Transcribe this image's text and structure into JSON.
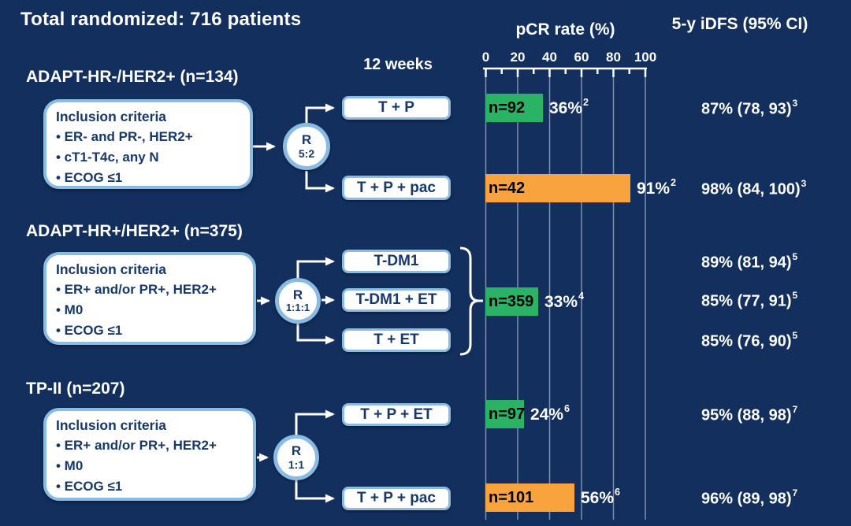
{
  "title": "Total randomized: 716 patients",
  "columns": {
    "timepoint": "12 weeks",
    "pcr_header": "pCR rate (%)",
    "idfs_header": "5-y iDFS (95% CI)"
  },
  "axis": {
    "tick_labels": [
      "0",
      "20",
      "40",
      "60",
      "80",
      "100"
    ]
  },
  "colors": {
    "background": "#132f5e",
    "bar_green": "#2bb365",
    "bar_orange": "#f8a33e",
    "box_border": "#8abbe2",
    "text_navy": "#17386b",
    "gridline": "rgba(214,224,240,0.55)"
  },
  "groups": [
    {
      "heading": "ADAPT-HR-/HER2+ (n=134)",
      "inclusion_title": "Inclusion criteria",
      "inclusion_items": [
        "• ER- and PR-, HER2+",
        "• cT1-T4c, any N",
        "• ECOG ≤1"
      ],
      "randomization": {
        "label": "R",
        "ratio": "5:2"
      },
      "arms": [
        {
          "label": "T + P",
          "idfs": "87% (78, 93)",
          "idfs_sup": "3"
        },
        {
          "label": "T + P + pac",
          "idfs": "98% (84, 100)",
          "idfs_sup": "3"
        }
      ],
      "bars": [
        {
          "n_label": "n=92",
          "pct": 36,
          "pct_label": "36%",
          "pct_sup": "2",
          "color": "green"
        },
        {
          "n_label": "n=42",
          "pct": 91,
          "pct_label": "91%",
          "pct_sup": "2",
          "color": "orange"
        }
      ]
    },
    {
      "heading": "ADAPT-HR+/HER2+ (n=375)",
      "inclusion_title": "Inclusion criteria",
      "inclusion_items": [
        "• ER+ and/or PR+, HER2+",
        "• M0",
        "• ECOG ≤1"
      ],
      "randomization": {
        "label": "R",
        "ratio": "1:1:1"
      },
      "arms": [
        {
          "label": "T-DM1",
          "idfs": "89% (81, 94)",
          "idfs_sup": "5"
        },
        {
          "label": "T-DM1 + ET",
          "idfs": "85% (77, 91)",
          "idfs_sup": "5"
        },
        {
          "label": "T + ET",
          "idfs": "85% (76, 90)",
          "idfs_sup": "5"
        }
      ],
      "bars": [
        {
          "n_label": "n=359",
          "pct": 33,
          "pct_label": "33%",
          "pct_sup": "4",
          "color": "green"
        }
      ]
    },
    {
      "heading": "TP-II (n=207)",
      "inclusion_title": "Inclusion criteria",
      "inclusion_items": [
        "• ER+ and/or PR+, HER2+",
        "• M0",
        "• ECOG ≤1"
      ],
      "randomization": {
        "label": "R",
        "ratio": "1:1"
      },
      "arms": [
        {
          "label": "T + P + ET",
          "idfs": "95% (88, 98)",
          "idfs_sup": "7"
        },
        {
          "label": "T + P + pac",
          "idfs": "96% (89, 98)",
          "idfs_sup": "7"
        }
      ],
      "bars": [
        {
          "n_label": "n=97",
          "pct": 24,
          "pct_label": "24%",
          "pct_sup": "6",
          "color": "green"
        },
        {
          "n_label": "n=101",
          "pct": 56,
          "pct_label": "56%",
          "pct_sup": "6",
          "color": "orange"
        }
      ]
    }
  ],
  "chart_data": {
    "type": "bar",
    "orientation": "horizontal",
    "title": "pCR rate (%)",
    "xlim": [
      0,
      100
    ],
    "x_ticks": [
      0,
      20,
      40,
      60,
      80,
      100
    ],
    "grid": true,
    "categories": [
      "T + P (ADAPT-HR-/HER2+)",
      "T + P + pac (ADAPT-HR-/HER2+)",
      "T-DM1 / T-DM1 + ET / T + ET (ADAPT-HR+/HER2+)",
      "T + P + ET (TP-II)",
      "T + P + pac (TP-II)"
    ],
    "values": [
      36,
      91,
      33,
      24,
      56
    ],
    "bar_labels": [
      "n=92",
      "n=42",
      "n=359",
      "n=97",
      "n=101"
    ],
    "bar_colors": [
      "#2bb365",
      "#f8a33e",
      "#2bb365",
      "#2bb365",
      "#f8a33e"
    ],
    "idfs_5y_95ci": [
      "87% (78, 93)",
      "98% (84, 100)",
      "89% (81, 94)",
      "85% (77, 91)",
      "85% (76, 90)",
      "95% (88, 98)",
      "96% (89, 98)"
    ]
  }
}
